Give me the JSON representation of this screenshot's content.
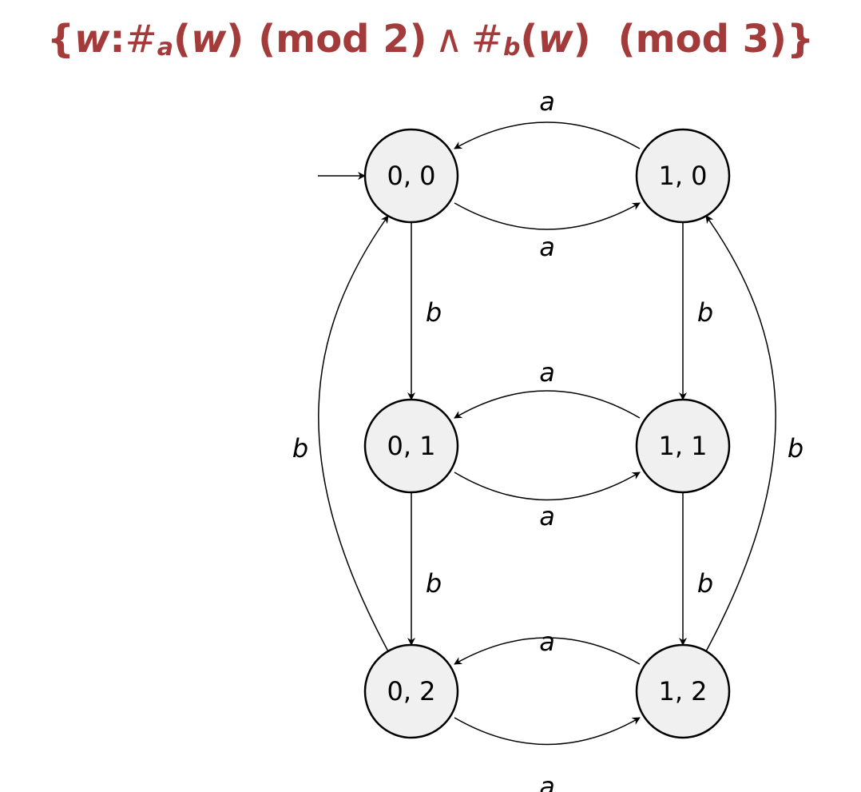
{
  "title": {
    "prefix": "{",
    "var": "w",
    "colon": " : ",
    "count_a": "#",
    "sub_a": "a",
    "arg_open": "(",
    "arg_var": "w",
    "arg_close": ")",
    "mod_a": "(mod 2)",
    "and": "∧",
    "count_b": "#",
    "sub_b": "b",
    "arg2_open": "(",
    "arg2_var": "w",
    "arg2_close": ")",
    "mod_b": "(mod 3)",
    "suffix": "}"
  },
  "colors": {
    "title": "#a33b3b",
    "state_fill": "#f0f0f0",
    "stroke": "#000000"
  },
  "states": [
    {
      "id": "s00",
      "label": "0, 0",
      "initial": true
    },
    {
      "id": "s10",
      "label": "1, 0"
    },
    {
      "id": "s01",
      "label": "0, 1"
    },
    {
      "id": "s11",
      "label": "1, 1"
    },
    {
      "id": "s02",
      "label": "0, 2"
    },
    {
      "id": "s12",
      "label": "1, 2"
    }
  ],
  "transitions": [
    {
      "from": "s10",
      "to": "s00",
      "symbol": "a"
    },
    {
      "from": "s00",
      "to": "s10",
      "symbol": "a"
    },
    {
      "from": "s11",
      "to": "s01",
      "symbol": "a"
    },
    {
      "from": "s01",
      "to": "s11",
      "symbol": "a"
    },
    {
      "from": "s12",
      "to": "s02",
      "symbol": "a"
    },
    {
      "from": "s02",
      "to": "s12",
      "symbol": "a"
    },
    {
      "from": "s00",
      "to": "s01",
      "symbol": "b"
    },
    {
      "from": "s01",
      "to": "s02",
      "symbol": "b"
    },
    {
      "from": "s02",
      "to": "s00",
      "symbol": "b"
    },
    {
      "from": "s10",
      "to": "s11",
      "symbol": "b"
    },
    {
      "from": "s11",
      "to": "s12",
      "symbol": "b"
    },
    {
      "from": "s12",
      "to": "s10",
      "symbol": "b"
    }
  ]
}
